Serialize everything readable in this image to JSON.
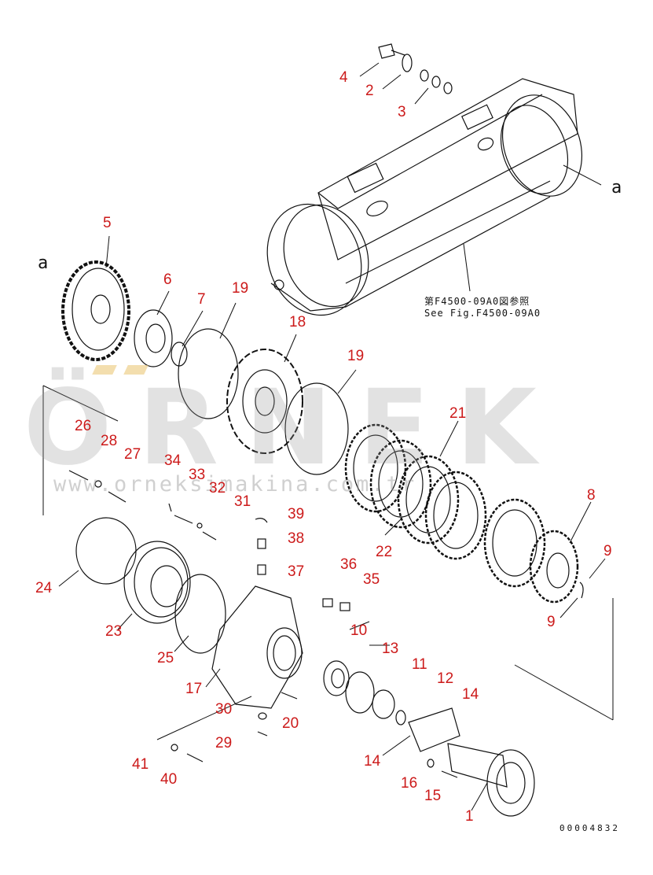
{
  "callouts": {
    "c1": "1",
    "c2": "2",
    "c3": "3",
    "c4": "4",
    "c5": "5",
    "c6": "6",
    "c7": "7",
    "c8": "8",
    "c9a": "9",
    "c9b": "9",
    "c10": "10",
    "c11": "11",
    "c12": "12",
    "c13": "13",
    "c14a": "14",
    "c14b": "14",
    "c15": "15",
    "c16": "16",
    "c17": "17",
    "c18": "18",
    "c19a": "19",
    "c19b": "19",
    "c20": "20",
    "c21": "21",
    "c22": "22",
    "c23": "23",
    "c24": "24",
    "c25": "25",
    "c26": "26",
    "c27": "27",
    "c28": "28",
    "c29": "29",
    "c30": "30",
    "c31": "31",
    "c32": "32",
    "c33": "33",
    "c34": "34",
    "c35": "35",
    "c36": "36",
    "c37": "37",
    "c38": "38",
    "c39": "39",
    "c40": "40",
    "c41": "41"
  },
  "view_marks": {
    "a_right": "a",
    "a_left": "a"
  },
  "reference_note": {
    "line1": "第F4500-09A0図参照",
    "line2": "See Fig.F4500-09A0"
  },
  "drawing_number": "00004832",
  "watermark": {
    "brand": "ÖRNEK",
    "url": "www.orneksimakina.com.tr"
  },
  "colors": {
    "callout": "#cc1a1a",
    "line": "#111111",
    "watermark": "#969696"
  }
}
